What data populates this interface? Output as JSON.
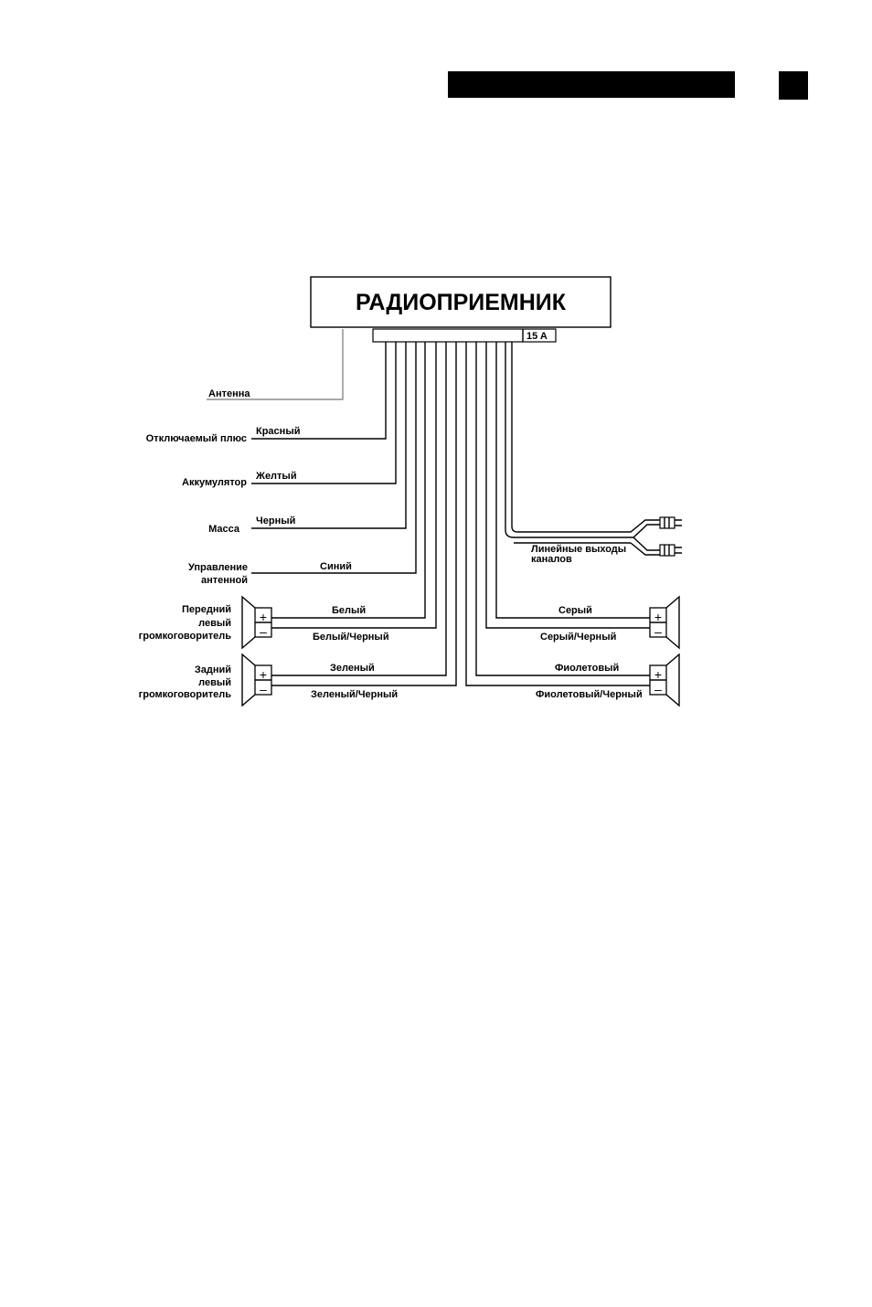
{
  "unit_title": "РАДИОПРИЕМНИК",
  "fuse": "15 A",
  "left_wires": {
    "antenna": {
      "label": "Антенна"
    },
    "switched_plus": {
      "label": "Отключаемый плюс",
      "color": "Красный"
    },
    "battery": {
      "label": "Аккумулятор",
      "color": "Желтый"
    },
    "ground": {
      "label": "Масса",
      "color": "Черный"
    },
    "antenna_control": {
      "label_1": "Управление",
      "label_2": "антенной",
      "color": "Синий"
    }
  },
  "speakers": {
    "front_left": {
      "label_1": "Передний",
      "label_2": "левый",
      "label_3": "громкоговоритель",
      "plus_wire": "Белый",
      "minus_wire": "Белый/Черный"
    },
    "rear_left": {
      "label_1": "Задний",
      "label_2": "левый",
      "label_3": "громкоговоритель",
      "plus_wire": "Зеленый",
      "minus_wire": "Зеленый/Черный"
    },
    "front_right": {
      "plus_wire": "Серый",
      "minus_wire": "Серый/Черный"
    },
    "rear_right": {
      "plus_wire": "Фиолетовый",
      "minus_wire": "Фиолетовый/Черный"
    }
  },
  "line_out": {
    "label_1": "Линейные  выходы",
    "label_2": "каналов"
  },
  "symbols": {
    "plus": "+",
    "minus": "–"
  }
}
